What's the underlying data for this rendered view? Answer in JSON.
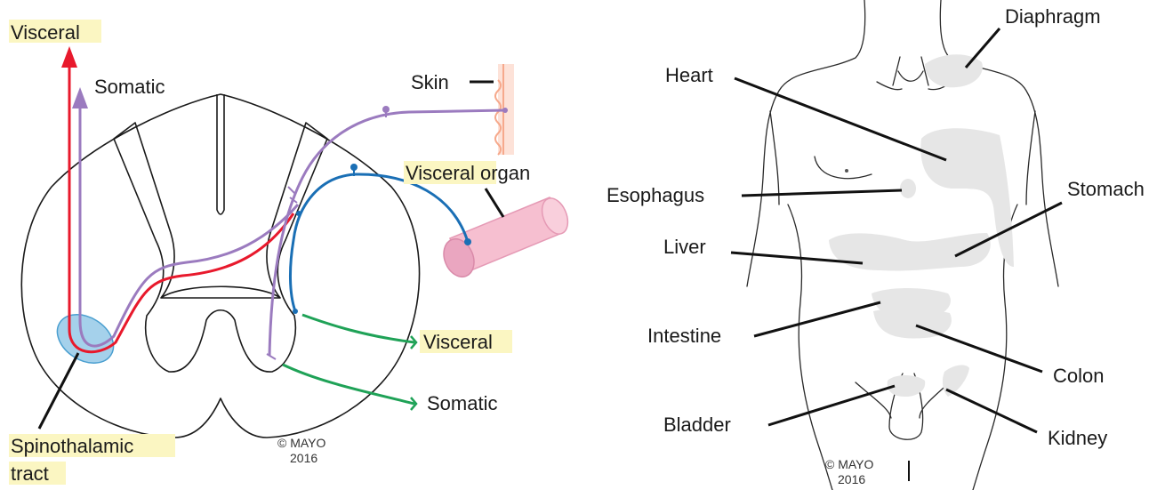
{
  "left_panel": {
    "visceral_top": "Visceral",
    "somatic_top": "Somatic",
    "skin": "Skin",
    "visceral_organ_highlight": "Visceral",
    "visceral_organ_rest": " organ",
    "visceral_right": "Visceral",
    "somatic_right": "Somatic",
    "tract_line1": "Spinothalamic",
    "tract_line2": "tract",
    "copyright_line1": "© MAYO",
    "copyright_line2": "2016"
  },
  "right_panel": {
    "diaphragm": "Diaphragm",
    "heart": "Heart",
    "esophagus": "Esophagus",
    "stomach": "Stomach",
    "liver": "Liver",
    "intestine": "Intestine",
    "colon": "Colon",
    "bladder": "Bladder",
    "kidney": "Kidney",
    "copyright_line1": "© MAYO",
    "copyright_line2": "2016"
  },
  "colors": {
    "visceral_pathway": "#e8192c",
    "somatic_pathway": "#9b7bbf",
    "organ_nerve": "#1a6fb5",
    "afferent_input": "#1fa257",
    "tract_region": "#74b9e0",
    "organ": "#f6bfd0",
    "skin": "#f6a98c",
    "label_highlight": "#fbf6c2",
    "referred_zone": "#e6e6e6"
  }
}
